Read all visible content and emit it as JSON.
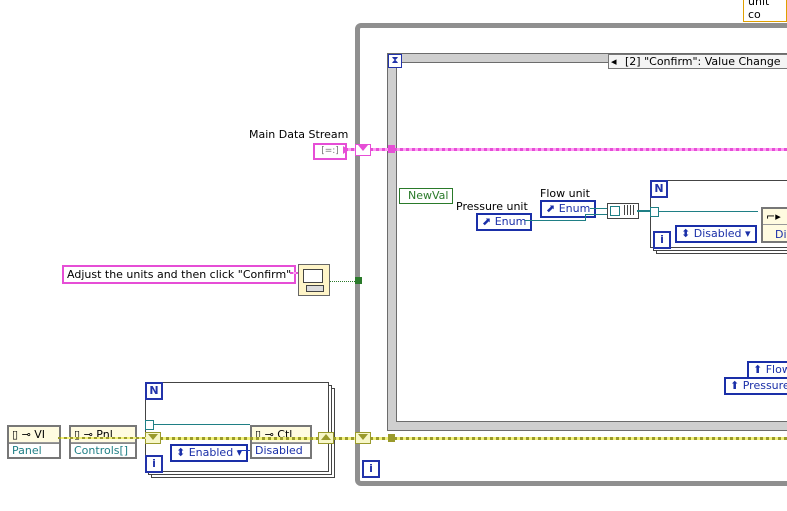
{
  "top_right_fragment": "unit co",
  "event_case_label": "[2] \"Confirm\": Value Change",
  "main_data_stream_label": "Main Data Stream",
  "cluster_const_text": "[=:]",
  "message_text": "Adjust the units and then click \"Confirm\"",
  "newval_label": "NewVal",
  "pressure_unit_label": "Pressure unit",
  "pressure_enum": "Enum",
  "flow_unit_label": "Flow unit",
  "flow_enum": "Enum",
  "inner_disabled": "Disabled",
  "inner_disabled_right": "Di",
  "flow_local": "Flow",
  "pressure_local": "Pressure",
  "left_nodes": {
    "vi_ref": "VI",
    "vi_ref_out": "Panel",
    "pnl_ref": "Pnl",
    "pnl_ref_out": "Controls[]",
    "ctl_ref": "Ctl",
    "ctl_ref_out": "Disabled",
    "enabled_enum": "Enabled"
  },
  "n_terminal": "N",
  "i_terminal": "i",
  "colors": {
    "pink_wire": "#e64ed6",
    "yellow_wire": "#9a9a2c",
    "enum_blue": "#1a2fa8",
    "teal_wire": "#1f7f85",
    "loop_gray": "#8f8f8f"
  }
}
